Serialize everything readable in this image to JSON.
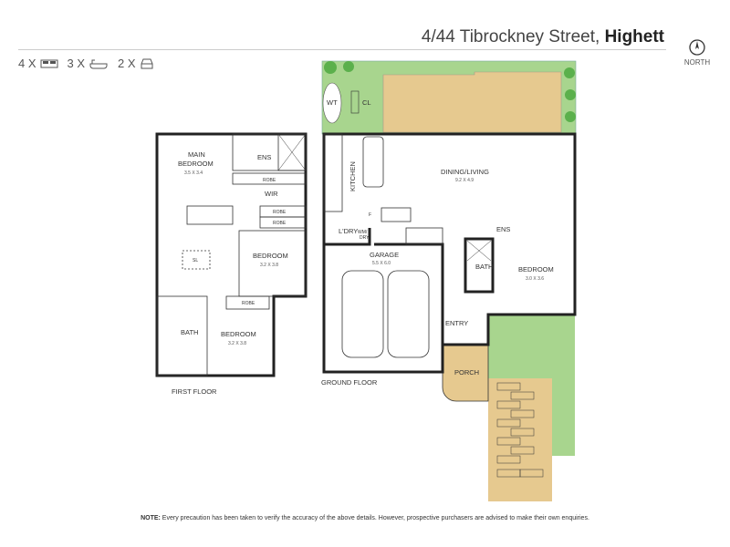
{
  "header": {
    "address": "4/44 Tibrockney Street,",
    "suburb": "Highett",
    "north_label": "NORTH"
  },
  "features": [
    {
      "count": "4 X",
      "icon": "bed-icon"
    },
    {
      "count": "3 X",
      "icon": "bath-icon"
    },
    {
      "count": "2 X",
      "icon": "car-icon"
    }
  ],
  "first_floor": {
    "label": "FIRST FLOOR",
    "main_bedroom": {
      "name": "MAIN",
      "name2": "BEDROOM",
      "dim": "3.5 X 3.4"
    },
    "ens": "ENS",
    "robe": "ROBE",
    "wir": "WIR",
    "sl": "SL",
    "bedroom2": {
      "name": "BEDROOM",
      "dim": "3.2 X 3.8"
    },
    "bedroom3": {
      "name": "BEDROOM",
      "dim": "3.2 X 3.8"
    },
    "bath": "BATH"
  },
  "ground_floor": {
    "label": "GROUND FLOOR",
    "wt": "WT",
    "cl": "CL",
    "kitchen": "KITCHEN",
    "dining": {
      "name": "DINING/LIVING",
      "dim": "9.2 X 4.9"
    },
    "laundry": "L'DRY",
    "wm": "WM/",
    "dry": "DRY",
    "fridge": "F",
    "garage": {
      "name": "GARAGE",
      "dim": "5.5 X 6.0"
    },
    "ens": "ENS",
    "bath": "BATH",
    "bedroom": {
      "name": "BEDROOM",
      "dim": "3.0 X 3.6"
    },
    "entry": "ENTRY",
    "porch": "PORCH"
  },
  "note": {
    "bold": "NOTE:",
    "text": " Every precaution has been taken to verify the accuracy of the above details. However, prospective purchasers are advised to make their own enquiries."
  },
  "colors": {
    "lawn": "#a8d58e",
    "deck": "#e6c98f",
    "wall": "#222222"
  }
}
